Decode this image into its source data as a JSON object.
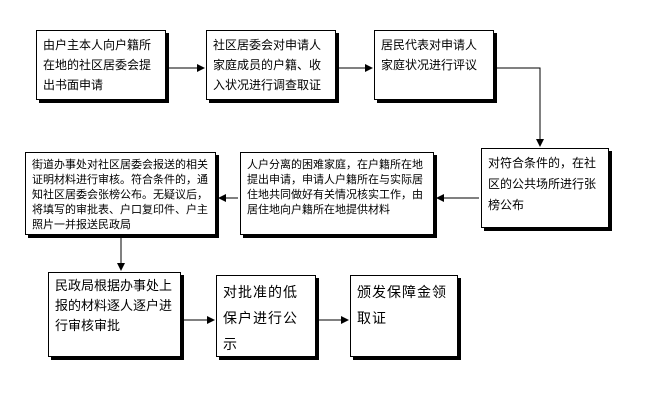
{
  "steps": [
    {
      "id": "s1",
      "text": "由户主本人向户籍所在地的社区居委会提出书面申请"
    },
    {
      "id": "s2",
      "text": "社区居委会对申请人家庭成员的户籍、收入状况进行调查取证"
    },
    {
      "id": "s3",
      "text": "居民代表对申请人家庭状况进行评议"
    },
    {
      "id": "s4",
      "text": "对符合条件的，在社区的公共场所进行张榜公布"
    },
    {
      "id": "s5",
      "text": "人户分离的困难家庭，在户籍所在地提出申请，申请人户籍所在与实际居住地共同做好有关情况核实工作，由居住地向户籍所在地提供材料"
    },
    {
      "id": "s6",
      "text": "街道办事处对社区居委会报送的相关证明材料进行审核。符合条件的，通知社区居委会张榜公布。无疑议后，将填写的审批表、户口复印件、户主照片一并报送民政局"
    },
    {
      "id": "s7",
      "text": "民政局根据办事处上报的材料逐人逐户进行审核审批"
    },
    {
      "id": "s8",
      "text": "对批准的低保户进行公示"
    },
    {
      "id": "s9",
      "text": "颁发保障金领取证"
    }
  ]
}
